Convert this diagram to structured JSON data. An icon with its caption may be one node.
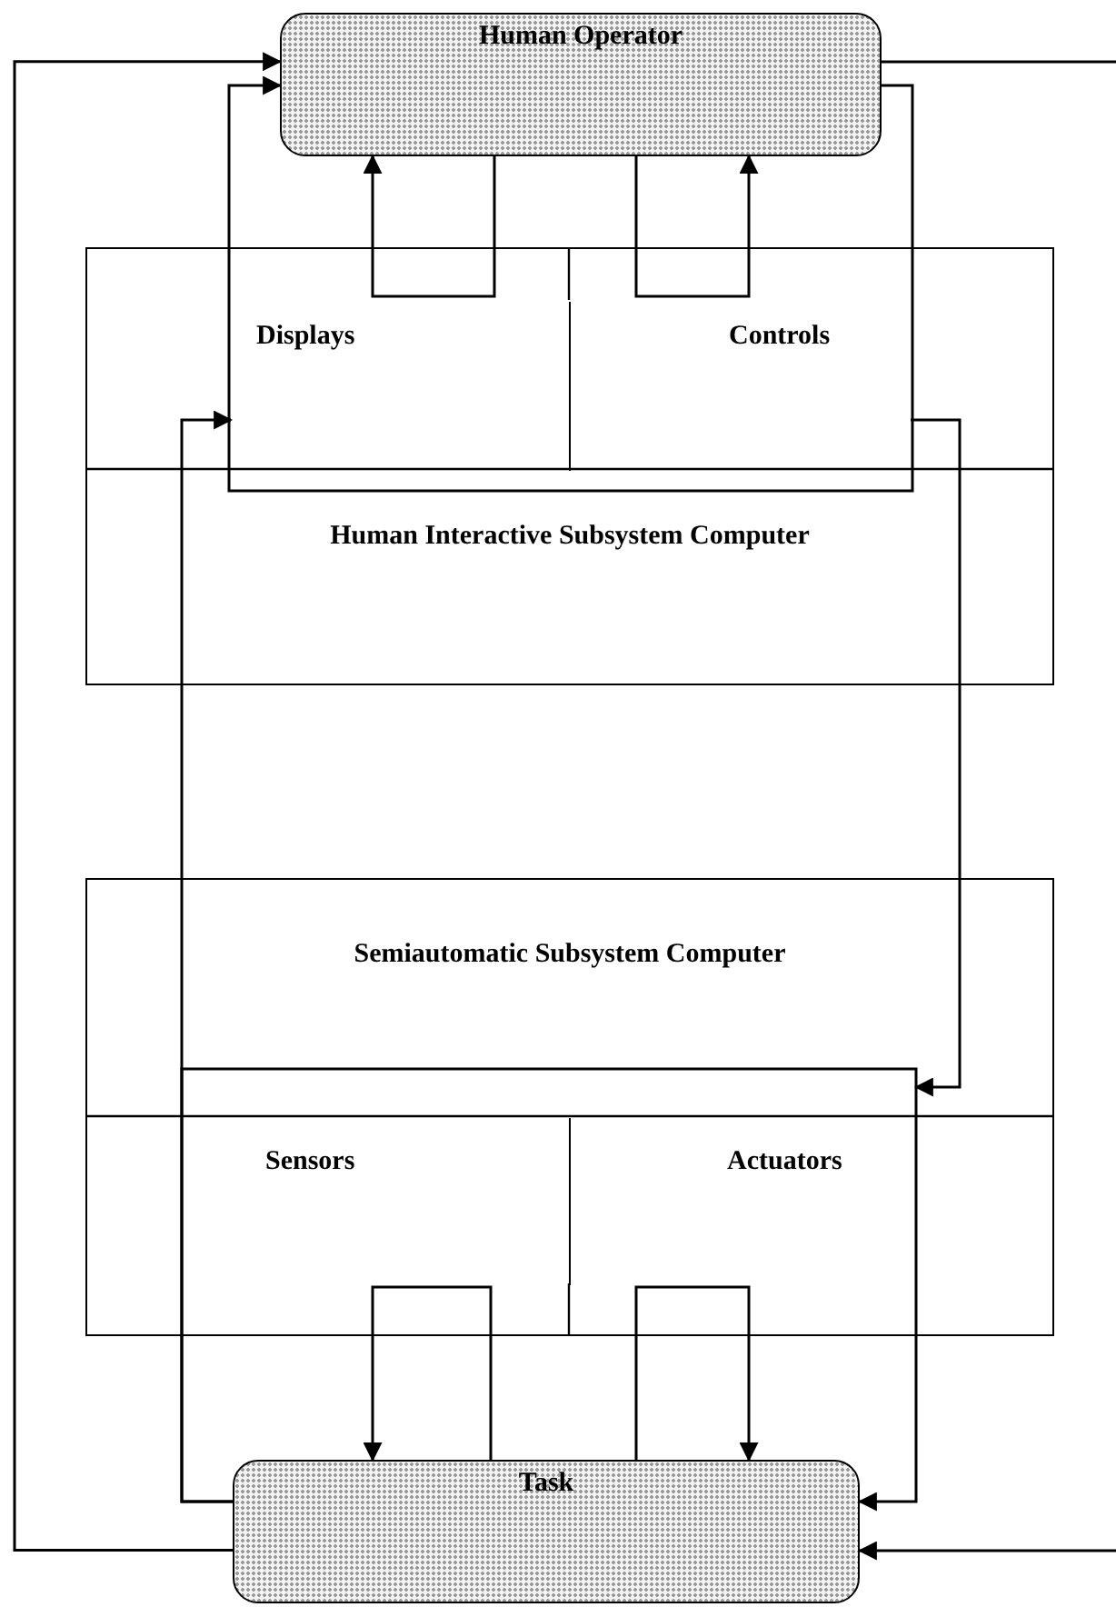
{
  "diagram": {
    "nodes": [
      {
        "text": [
          "Human Operator"
        ]
      },
      {
        "text": [
          "Human Interactive Subsystem Computer"
        ]
      },
      {
        "text": [
          "Displays"
        ],
        "in": 1
      },
      {
        "text": [
          "Controls"
        ],
        "in": 1
      },
      {
        "text": [
          "Semiautomatic Subsystem Computer"
        ]
      },
      {
        "text": [
          "Sensors"
        ],
        "in": 4
      },
      {
        "text": [
          "Actuators"
        ],
        "in": 4
      },
      {
        "text": [
          "Task"
        ]
      }
    ],
    "edges": [
      {
        "from": 0,
        "to": 0,
        "arrow": "to"
      },
      {
        "from": 0,
        "to": 0,
        "arrow": "to"
      },
      {
        "from": 7,
        "to": 0,
        "arrow": "to"
      },
      {
        "from": 0,
        "to": null,
        "arrow": "none"
      },
      {
        "from": 0,
        "to": 0,
        "arrow": "to"
      },
      {
        "from": 7,
        "to": 2,
        "arrow": "to"
      },
      {
        "from": 3,
        "to": null,
        "arrow": "to"
      },
      {
        "from": 7,
        "to": 7,
        "arrow": "to"
      },
      {
        "from": 7,
        "to": 7,
        "arrow": "to"
      },
      {
        "from": 7,
        "to": 7,
        "arrow": "to"
      },
      {
        "from": null,
        "to": 7,
        "arrow": "to"
      }
    ]
  }
}
